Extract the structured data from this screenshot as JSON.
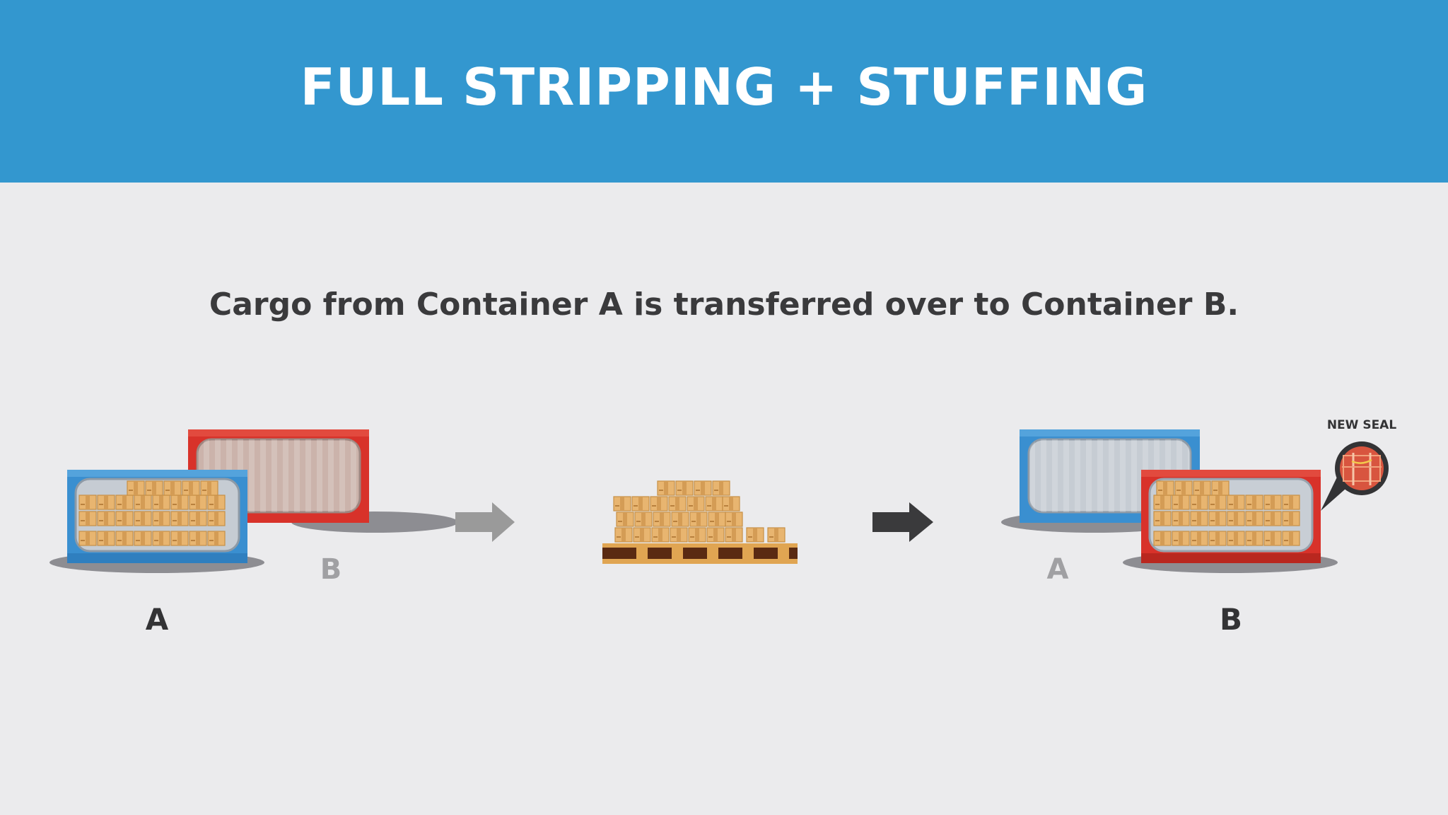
{
  "header": {
    "title": "FULL STRIPPING + STUFFING"
  },
  "subtitle": "Cargo from Container A is transferred over to Container B.",
  "left_group": {
    "front_label": "A",
    "back_label": "B"
  },
  "right_group": {
    "back_label": "A",
    "front_label": "B",
    "seal_label": "NEW SEAL"
  },
  "colors": {
    "header_bg": "#3397cf",
    "background": "#ebebed",
    "container_blue": "#3a8fd0",
    "container_red": "#d8322a",
    "box_tan": "#e8b570",
    "pallet_wood": "#5a2a12",
    "arrow_gray": "#9a9a9a",
    "arrow_dark": "#3a3a3c"
  },
  "icons": [
    "container-icon",
    "cargo-box-icon",
    "pallet-icon",
    "arrow-right-icon",
    "seal-badge-icon"
  ]
}
